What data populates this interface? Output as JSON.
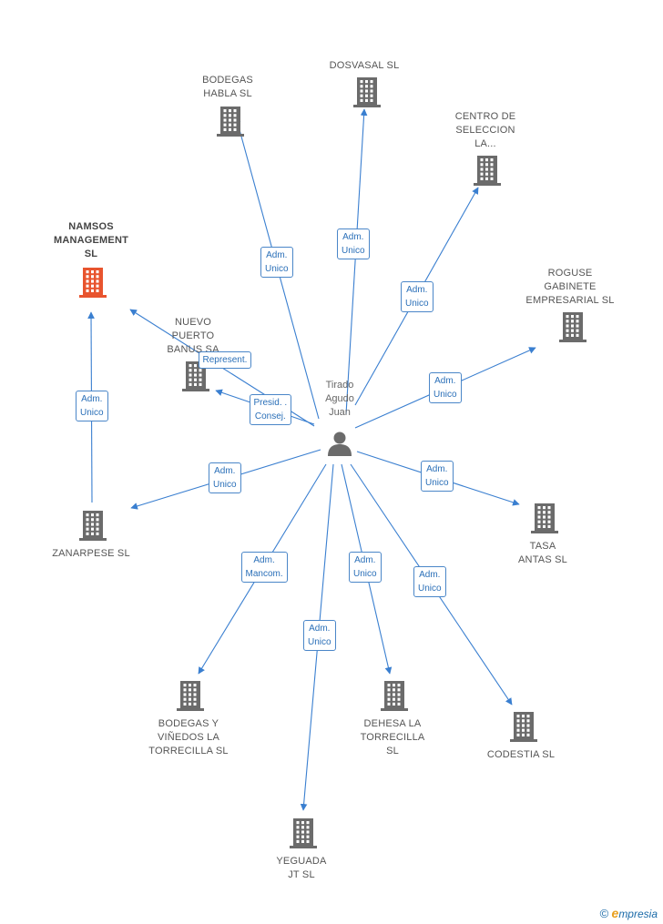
{
  "center": {
    "label_lines": [
      "Tirado",
      "Agudo",
      "Juan"
    ],
    "icon": "person-icon"
  },
  "colors": {
    "edge": "#3a7fd0",
    "building": "#6b6b6b",
    "highlight": "#e8542e",
    "rel_text": "#2a6fb8"
  },
  "companies": [
    {
      "id": "bodegas-habla",
      "lines": [
        "BODEGAS",
        "HABLA SL"
      ]
    },
    {
      "id": "dosvasal",
      "lines": [
        "DOSVASAL SL"
      ]
    },
    {
      "id": "centro-seleccion",
      "lines": [
        "CENTRO DE",
        "SELECCION",
        "LA..."
      ]
    },
    {
      "id": "namsos",
      "lines": [
        "NAMSOS",
        "MANAGEMENT",
        "SL"
      ],
      "highlight": true
    },
    {
      "id": "nuevo-puerto",
      "lines": [
        "NUEVO",
        "PUERTO",
        "BANUS SA"
      ]
    },
    {
      "id": "roguse",
      "lines": [
        "ROGUSE",
        "GABINETE",
        "EMPRESARIAL SL"
      ]
    },
    {
      "id": "zanarpese",
      "lines": [
        "ZANARPESE SL"
      ]
    },
    {
      "id": "tasa-antas",
      "lines": [
        "TASA",
        "ANTAS SL"
      ]
    },
    {
      "id": "bodegas-vinedos",
      "lines": [
        "BODEGAS Y",
        "VIÑEDOS LA",
        "TORRECILLA SL"
      ]
    },
    {
      "id": "dehesa",
      "lines": [
        "DEHESA LA",
        "TORRECILLA",
        "SL"
      ]
    },
    {
      "id": "codestia",
      "lines": [
        "CODESTIA SL"
      ]
    },
    {
      "id": "yeguada",
      "lines": [
        "YEGUADA",
        "JT SL"
      ]
    }
  ],
  "relations": [
    {
      "id": "rel-bodegas-habla",
      "lines": [
        "Adm.",
        "Unico"
      ]
    },
    {
      "id": "rel-dosvasal",
      "lines": [
        "Adm.",
        "Unico"
      ]
    },
    {
      "id": "rel-centro",
      "lines": [
        "Adm.",
        "Unico"
      ]
    },
    {
      "id": "rel-namsos",
      "lines": [
        "Adm.",
        "Unico"
      ]
    },
    {
      "id": "rel-nuevo-represent",
      "lines": [
        "Represent."
      ]
    },
    {
      "id": "rel-nuevo-presid",
      "lines": [
        "Presid. .",
        "Consej."
      ]
    },
    {
      "id": "rel-roguse",
      "lines": [
        "Adm.",
        "Unico"
      ]
    },
    {
      "id": "rel-zanarpese",
      "lines": [
        "Adm.",
        "Unico"
      ]
    },
    {
      "id": "rel-tasa",
      "lines": [
        "Adm.",
        "Unico"
      ]
    },
    {
      "id": "rel-bodegas-vinedos",
      "lines": [
        "Adm.",
        "Mancom."
      ]
    },
    {
      "id": "rel-dehesa",
      "lines": [
        "Adm.",
        "Unico"
      ]
    },
    {
      "id": "rel-codestia",
      "lines": [
        "Adm.",
        "Unico"
      ]
    },
    {
      "id": "rel-yeguada",
      "lines": [
        "Adm.",
        "Unico"
      ]
    }
  ],
  "footer": {
    "copyright": "©",
    "brand_initial": "e",
    "brand_rest": "mpresia"
  }
}
